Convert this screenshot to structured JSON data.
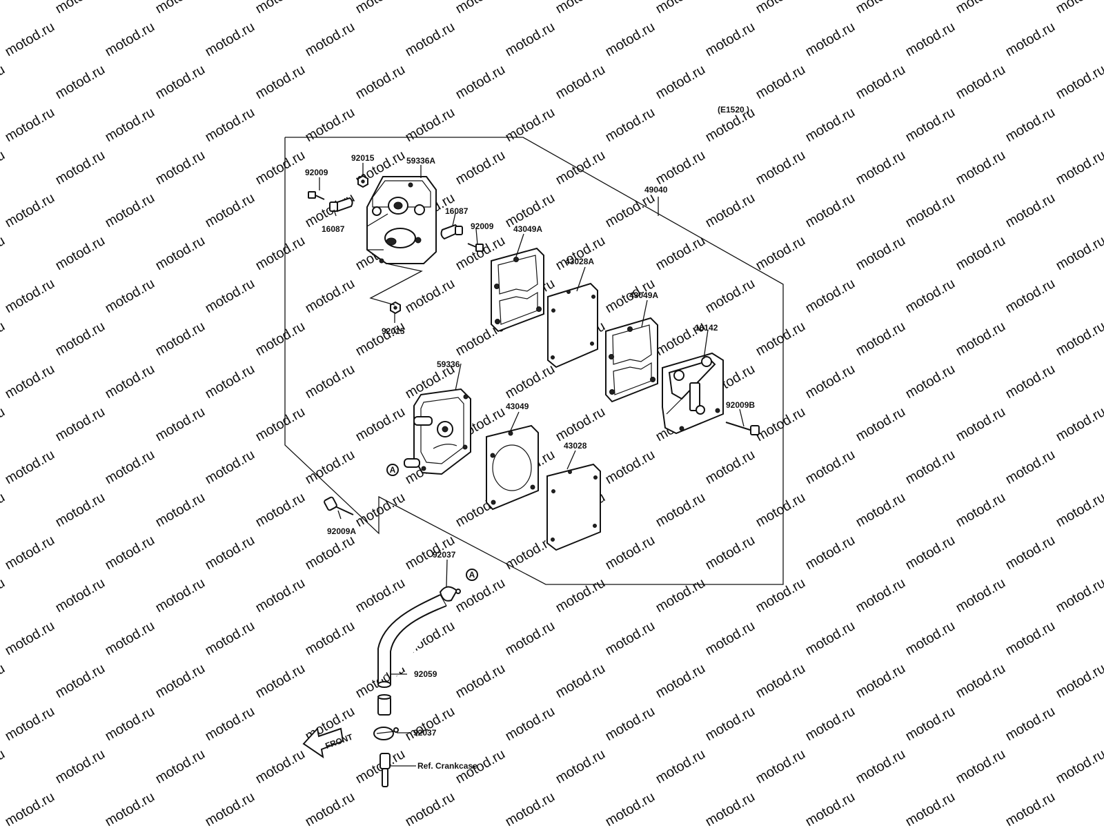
{
  "diagram_code": "(E1520 )",
  "watermark": "motod.ru",
  "callouts": {
    "kit": "49040",
    "bolt_top_left": "92009",
    "nut_top": "92015",
    "body_top": "59336A",
    "fitting_left": "16087",
    "fitting_right": "16087",
    "bolt_right": "92009",
    "nut_bottom": "92015",
    "gasket_upper_left": "43049A",
    "diaphragm_upper": "43028A",
    "gasket_upper_right": "43049A",
    "cover": "16142",
    "bolt_cover": "92009B",
    "body_bottom": "59336",
    "gasket_lower": "43049",
    "diaphragm_lower": "43028",
    "bolt_long": "92009A",
    "clamp_upper": "92037",
    "hose": "92059",
    "clamp_lower": "92037",
    "ref_crankcase": "Ref. Crankcase"
  },
  "connection_marker": "A",
  "front_arrow": "FRONT",
  "colors": {
    "ink": "#111111",
    "watermark": "#d0d0d0",
    "paper": "#ffffff"
  }
}
